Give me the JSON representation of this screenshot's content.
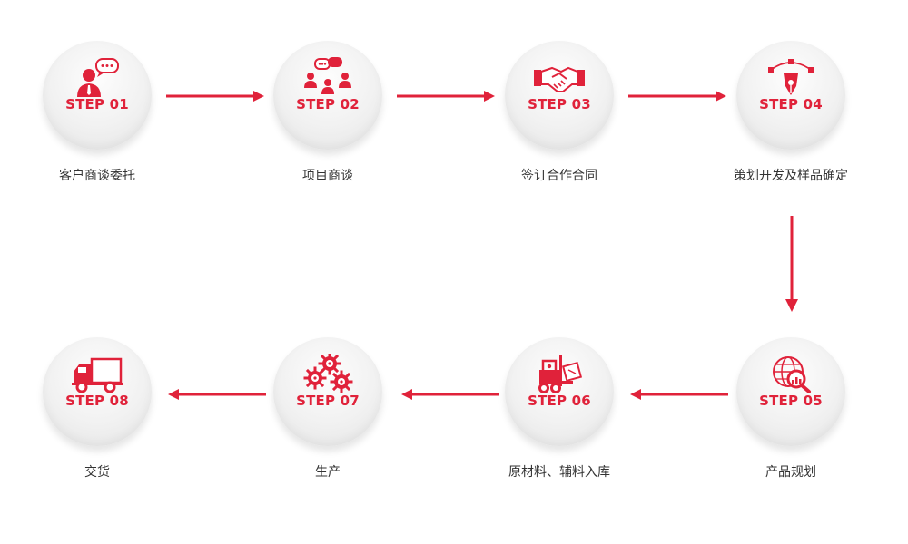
{
  "accent_color": "#e0223a",
  "steps": [
    {
      "label": "STEP 01",
      "caption": "客户商谈委托",
      "icon": "customer-chat-icon"
    },
    {
      "label": "STEP 02",
      "caption": "项目商谈",
      "icon": "team-discussion-icon"
    },
    {
      "label": "STEP 03",
      "caption": "签订合作合同",
      "icon": "handshake-icon"
    },
    {
      "label": "STEP 04",
      "caption": "策划开发及样品确定",
      "icon": "pen-tool-icon"
    },
    {
      "label": "STEP 05",
      "caption": "产品规划",
      "icon": "globe-magnifier-icon"
    },
    {
      "label": "STEP 06",
      "caption": "原材料、辅料入库",
      "icon": "forklift-icon"
    },
    {
      "label": "STEP 07",
      "caption": "生产",
      "icon": "gears-icon"
    },
    {
      "label": "STEP 08",
      "caption": "交货",
      "icon": "truck-icon"
    }
  ]
}
